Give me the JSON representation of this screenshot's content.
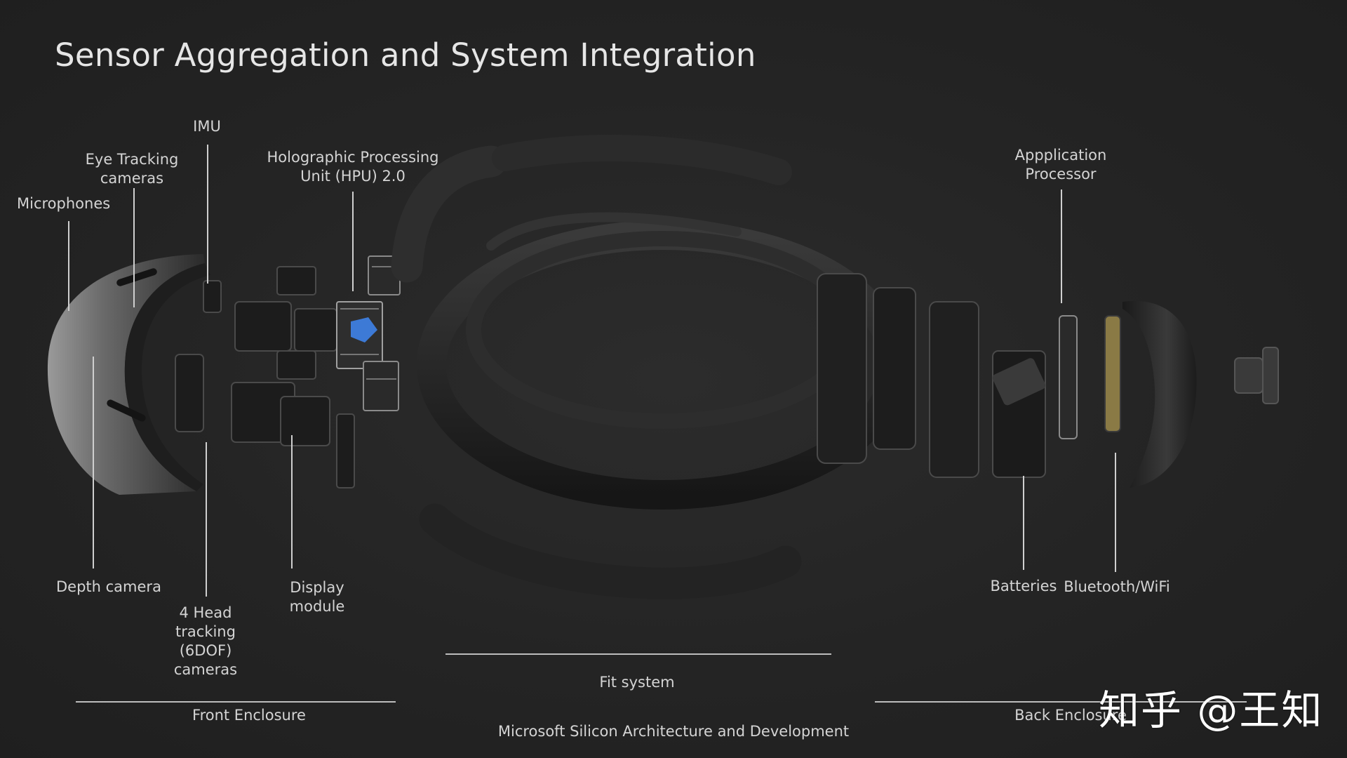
{
  "title": "Sensor Aggregation and System Integration",
  "labels": {
    "imu": "IMU",
    "eye_tracking": "Eye Tracking\ncameras",
    "microphones": "Microphones",
    "hpu": "Holographic Processing\nUnit (HPU) 2.0",
    "app_processor": "Appplication\nProcessor",
    "depth_camera": "Depth camera",
    "head_tracking": "4 Head\ntracking\n(6DOF)\ncameras",
    "display_module": "Display\nmodule",
    "batteries": "Batteries",
    "bluetooth_wifi": "Bluetooth/WiFi"
  },
  "sections": {
    "front_enclosure": "Front Enclosure",
    "fit_system": "Fit system",
    "back_enclosure": "Back Enclosure"
  },
  "footer": "Microsoft Silicon Architecture and Development",
  "watermark": "知乎 @王知",
  "colors": {
    "background": "#262626",
    "text": "#d4d4d4",
    "hpu_chip": "#3d7ad6"
  }
}
